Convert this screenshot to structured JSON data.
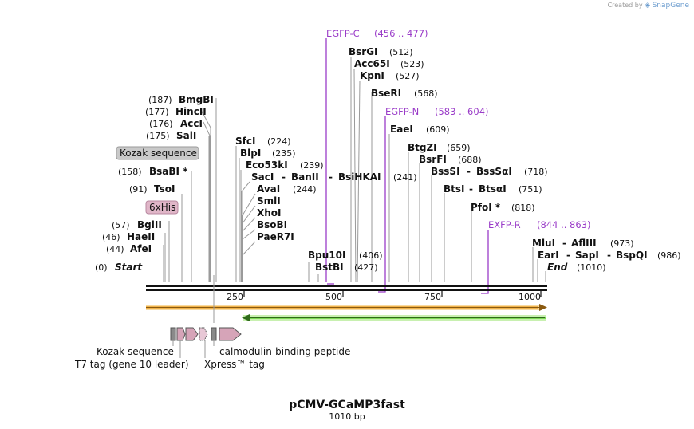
{
  "credit": {
    "prefix": "Created by",
    "brand": "SnapGene"
  },
  "title": "pCMV-GCaMP3fast",
  "subtitle": "1010 bp",
  "length_bp": 1010,
  "ruler": {
    "ticks": [
      "250",
      "500",
      "750",
      "1000"
    ]
  },
  "sites": {
    "start": {
      "pos": "(0)",
      "name": "Start"
    },
    "afei": {
      "pos": "(44)",
      "name": "AfeI"
    },
    "haeii": {
      "pos": "(46)",
      "name": "HaeII"
    },
    "bgliii": {
      "pos": "(57)",
      "name": "BglII"
    },
    "tsoi": {
      "pos": "(91)",
      "name": "TsoI"
    },
    "bsabi": {
      "pos": "(158)",
      "name": "BsaBI *"
    },
    "sali": {
      "pos": "(175)",
      "name": "SalI"
    },
    "acci": {
      "pos": "(176)",
      "name": "AccI"
    },
    "hincii": {
      "pos": "(177)",
      "name": "HincII"
    },
    "bmgbi": {
      "pos": "(187)",
      "name": "BmgBI"
    },
    "sfci": {
      "name": "SfcI",
      "pos": "(224)"
    },
    "blpi": {
      "name": "BlpI",
      "pos": "(235)"
    },
    "eco53ki": {
      "name": "Eco53kI",
      "pos": "(239)"
    },
    "sac_group": {
      "a": "SacI",
      "sep1": "-",
      "b": "BanII",
      "sep2": "-",
      "c": "BsiHKAI",
      "pos": "(241)"
    },
    "avai": {
      "name": "AvaI",
      "pos": "(244)"
    },
    "smli": {
      "name": "SmlI"
    },
    "xhoi": {
      "name": "XhoI"
    },
    "bsobi": {
      "name": "BsoBI"
    },
    "paer7i": {
      "name": "PaeR7I"
    },
    "bpu10i": {
      "name": "Bpu10I",
      "pos": "(406)"
    },
    "bstbi": {
      "name": "BstBI",
      "pos": "(427)"
    },
    "bsrgi": {
      "name": "BsrGI",
      "pos": "(512)"
    },
    "acc65i": {
      "name": "Acc65I",
      "pos": "(523)"
    },
    "kpni": {
      "name": "KpnI",
      "pos": "(527)"
    },
    "bseri": {
      "name": "BseRI",
      "pos": "(568)"
    },
    "eaei": {
      "name": "EaeI",
      "pos": "(609)"
    },
    "btgzi": {
      "name": "BtgZI",
      "pos": "(659)"
    },
    "bsrfi": {
      "name": "BsrFI",
      "pos": "(688)"
    },
    "bsssi_group": {
      "a": "BssSI",
      "sep": "-",
      "b": "BssSαI",
      "pos": "(718)"
    },
    "btsi_group": {
      "a": "BtsI",
      "sep": "-",
      "b": "BtsαI",
      "pos": "(751)"
    },
    "pfoi": {
      "name": "PfoI *",
      "pos": "(818)"
    },
    "mlui_group": {
      "a": "MluI",
      "sep": "-",
      "b": "AflIII",
      "pos": "(973)"
    },
    "eari_group": {
      "a": "EarI",
      "sep1": "-",
      "b": "SapI",
      "sep2": "-",
      "c": "BspQI",
      "pos": "(986)"
    },
    "end": {
      "name": "End",
      "pos": "(1010)"
    }
  },
  "primers": {
    "egfp_c": {
      "name": "EGFP-C",
      "range": "(456 .. 477)"
    },
    "egfp_n": {
      "name": "EGFP-N",
      "range": "(583 .. 604)"
    },
    "exfp_r": {
      "name": "EXFP-R",
      "range": "(844 .. 863)"
    }
  },
  "feature_tags": {
    "kozak": "Kozak sequence",
    "his": "6xHis"
  },
  "feature_labels": {
    "kozak": "Kozak sequence",
    "t7": "T7 tag (gene 10 leader)",
    "xpress": "Xpress™ tag",
    "cbp": "calmodulin-binding peptide"
  },
  "colors": {
    "primer": "#9a3cc8",
    "feature_fill": "#d6a4b8",
    "feature_stroke": "#555555",
    "orange_arrow": "#f0b24a",
    "green_arrow": "#7ed957",
    "kozak_tag_bg": "#c9c9c9",
    "his_tag_bg": "#e0b6c8"
  }
}
